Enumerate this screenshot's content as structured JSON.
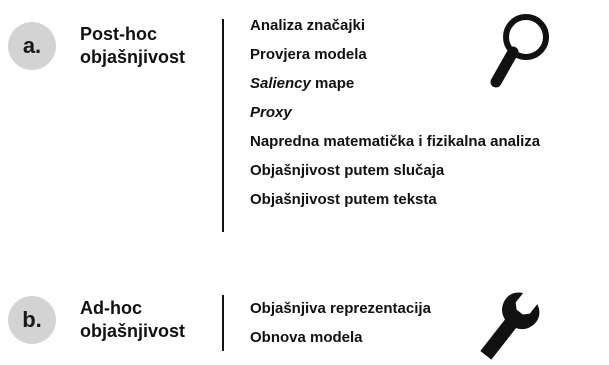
{
  "sections": {
    "a": {
      "badge": "a.",
      "heading_line1": "Post-hoc",
      "heading_line2": "objašnjivost",
      "items": [
        {
          "emphasis": "",
          "text": "Analiza značajki"
        },
        {
          "emphasis": "",
          "text": "Provjera modela"
        },
        {
          "emphasis": "Saliency",
          "text": " mape"
        },
        {
          "emphasis": "Proxy",
          "text": ""
        },
        {
          "emphasis": "",
          "text": "Napredna matematička i fizikalna analiza"
        },
        {
          "emphasis": "",
          "text": "Objašnjivost putem slučaja"
        },
        {
          "emphasis": "",
          "text": "Objašnjivost putem teksta"
        }
      ],
      "icon": "magnifying-glass-icon"
    },
    "b": {
      "badge": "b.",
      "heading_line1": "Ad-hoc",
      "heading_line2": "objašnjivost",
      "items": [
        {
          "emphasis": "",
          "text": "Objašnjiva reprezentacija"
        },
        {
          "emphasis": "",
          "text": "Obnova modela"
        }
      ],
      "icon": "wrench-icon"
    }
  },
  "colors": {
    "badge_background": "#d3d3d3",
    "text": "#111111"
  }
}
